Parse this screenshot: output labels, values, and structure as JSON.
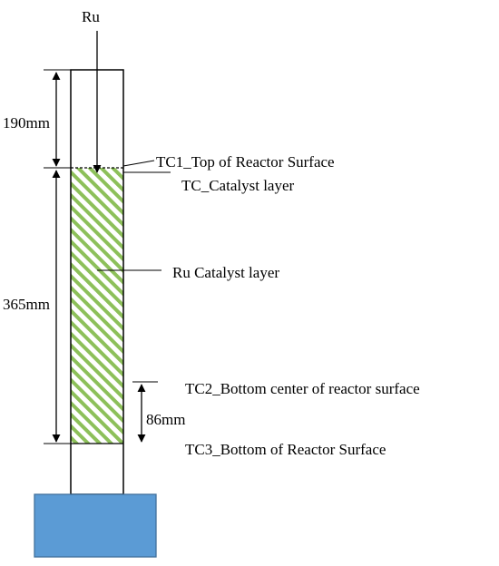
{
  "diagram": {
    "inlet_label": "Ru",
    "dimensions": {
      "top_gap": "190mm",
      "catalyst_length": "365mm",
      "tc2_height": "86mm"
    },
    "labels": {
      "tc1": "TC1_Top of Reactor Surface",
      "tc_catalyst": "TC_Catalyst  layer",
      "catalyst_layer": "Ru Catalyst  layer",
      "tc2": "TC2_Bottom center of reactor surface",
      "tc3": "TC3_Bottom of Reactor Surface"
    },
    "colors": {
      "catalyst_hatch": "#8dc05a",
      "base_block_fill": "#5b9bd5",
      "base_block_stroke": "#41719c"
    }
  }
}
